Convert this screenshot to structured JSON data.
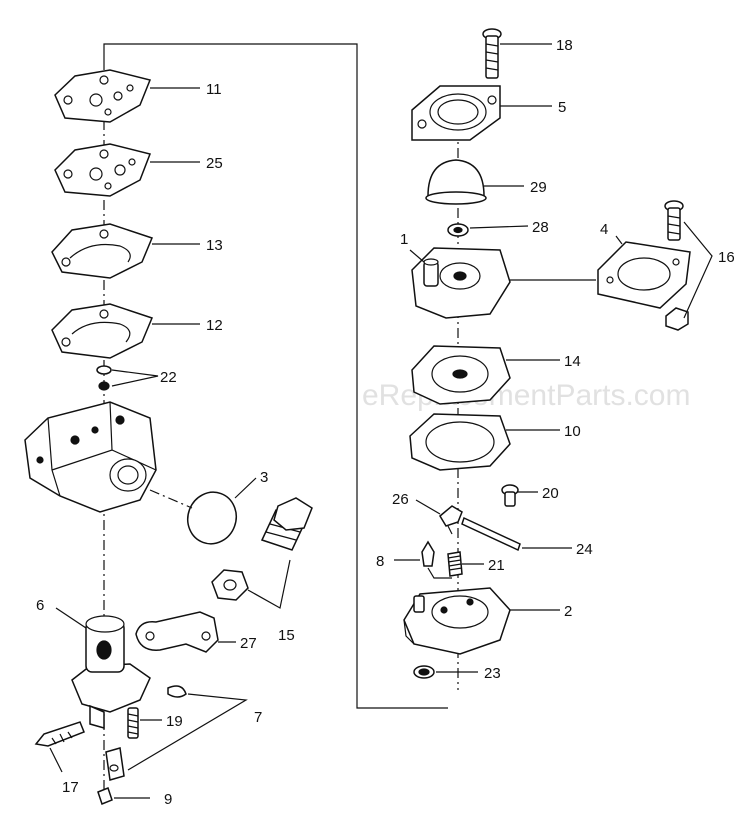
{
  "watermark": "eReplacementParts.com",
  "callouts": {
    "n1": "1",
    "n2": "2",
    "n3": "3",
    "n4": "4",
    "n5": "5",
    "n6": "6",
    "n7": "7",
    "n8": "8",
    "n9": "9",
    "n10": "10",
    "n11": "11",
    "n12": "12",
    "n13": "13",
    "n14": "14",
    "n15": "15",
    "n16": "16",
    "n17": "17",
    "n18": "18",
    "n19": "19",
    "n20": "20",
    "n21": "21",
    "n22": "22",
    "n23": "23",
    "n24": "24",
    "n25": "25",
    "n26": "26",
    "n27": "27",
    "n28": "28",
    "n29": "29"
  }
}
